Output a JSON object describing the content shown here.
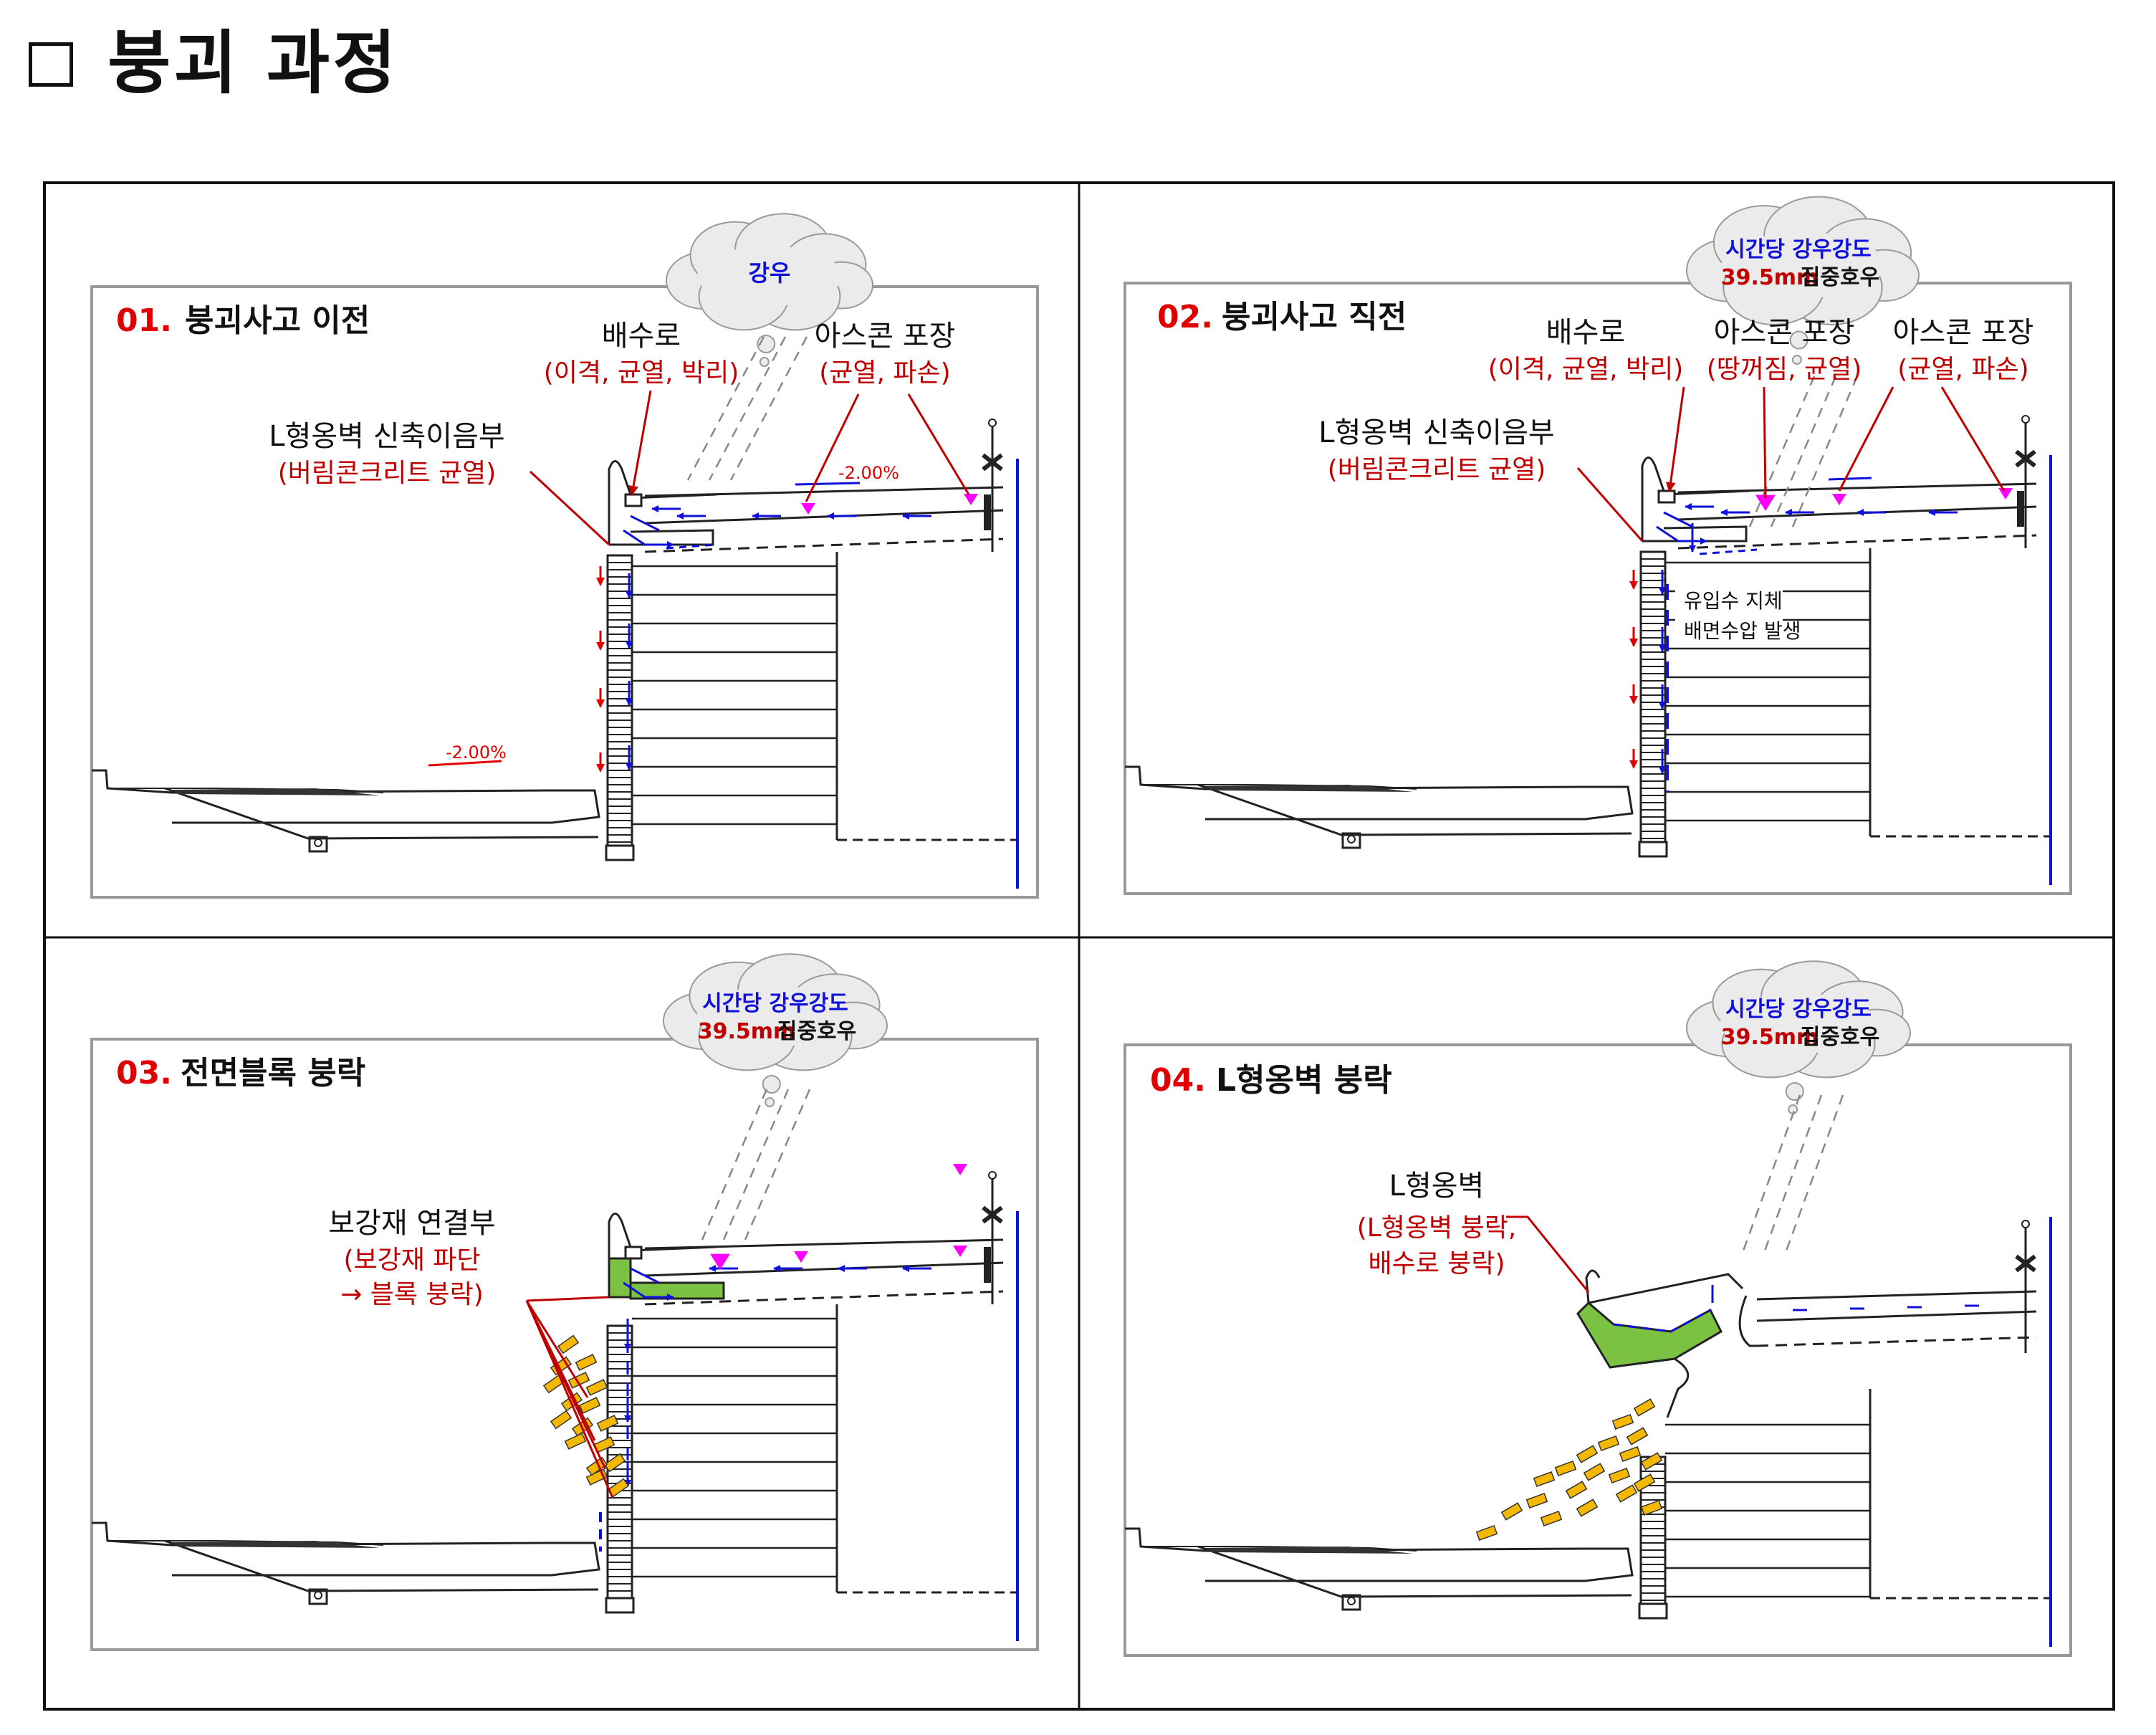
{
  "page": {
    "title": "붕괴 과정"
  },
  "colors": {
    "num_red": "#e00000",
    "note_red": "#c00000",
    "water_blue": "#1010dd",
    "pink": "#ff00ff",
    "green": "#7cc242",
    "block_orange": "#f5b800"
  },
  "panels": [
    {
      "num": "01.",
      "title": "붕괴사고 이전",
      "cloud": {
        "line1": "강우",
        "line2": "",
        "line2_suffix": ""
      },
      "labels": [
        {
          "main": "배수로",
          "sub": "(이격, 균열, 박리)"
        },
        {
          "main": "아스콘 포장",
          "sub": "(균열, 파손)"
        },
        {
          "main": "L형옹벽 신축이음부",
          "sub": "(버림콘크리트 균열)"
        }
      ],
      "slopes": [
        "-2.00%",
        "-2.00%"
      ]
    },
    {
      "num": "02.",
      "title": "붕괴사고 직전",
      "cloud": {
        "line1": "시간당 강우강도",
        "line2": "39.5mm",
        "line2_suffix": "집중호우"
      },
      "labels": [
        {
          "main": "배수로",
          "sub": "(이격, 균열, 박리)"
        },
        {
          "main": "아스콘 포장",
          "sub": "(땅꺼짐, 균열)"
        },
        {
          "main": "아스콘 포장",
          "sub": "(균열, 파손)"
        },
        {
          "main": "L형옹벽 신축이음부",
          "sub": "(버림콘크리트 균열)"
        }
      ],
      "notes": [
        "유입수 지체",
        "배면수압 발생"
      ]
    },
    {
      "num": "03.",
      "title": "전면블록 붕락",
      "cloud": {
        "line1": "시간당 강우강도",
        "line2": "39.5mm",
        "line2_suffix": "집중호우"
      },
      "labels": [
        {
          "main": "보강재 연결부",
          "sub": "(보강재 파단",
          "sub2": "→ 블록 붕락)"
        }
      ]
    },
    {
      "num": "04.",
      "title": "L형옹벽 붕락",
      "cloud": {
        "line1": "시간당 강우강도",
        "line2": "39.5mm",
        "line2_suffix": "집중호우"
      },
      "labels": [
        {
          "main": "L형옹벽",
          "sub": "(L형옹벽 붕락,",
          "sub2": "배수로 붕락)"
        }
      ]
    }
  ]
}
